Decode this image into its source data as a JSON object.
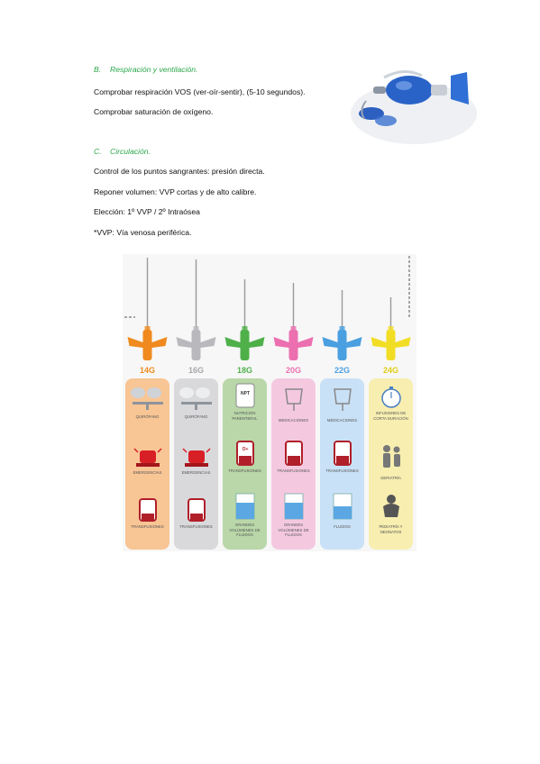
{
  "section_b": {
    "letter": "B.",
    "title": "Respiración y ventilación.",
    "lines": [
      "Comprobar respiración VOS (ver-oír-sentir), (5-10 segundos).",
      "Comprobar saturación de oxígeno."
    ]
  },
  "section_c": {
    "letter": "C.",
    "title": "Circulación.",
    "lines": [
      "Control de los puntos sangrantes: presión directa.",
      "Reponer volumen: VVP cortas y de alto calibre.",
      "Elección: 1º VVP / 2º Intraósea",
      "*VVP: Vía venosa periférica."
    ]
  },
  "figure": {
    "gauges": [
      "14G",
      "16G",
      "18G",
      "20G",
      "22G",
      "24G"
    ],
    "colors": [
      "#f08a1e",
      "#b9b9bd",
      "#4fb04a",
      "#ec6fb0",
      "#4a9fe0",
      "#f2dd25"
    ],
    "backgrounds": [
      "#f8c595",
      "#d9d9dc",
      "#b9d7a8",
      "#f4c9e0",
      "#c9e1f6",
      "#f7eeb0"
    ],
    "col1": [
      "QUIRÓFANO",
      "EMERGENCIAS",
      "TRANSFUSIONES"
    ],
    "col2": [
      "QUIRÓFANO",
      "EMERGENCIAS",
      "TRANSFUSIONES"
    ],
    "col3": [
      "NUTRICIÓN PARENTERAL",
      "TRANSFUSIONES",
      "GRANDES VOLÚMENES DE FLUIDOS"
    ],
    "col4": [
      "MEDICACIONES",
      "TRANSFUSIONES",
      "GRANDES VOLÚMENES DE FLUIDOS"
    ],
    "col5": [
      "MEDICACIONES",
      "TRANSFUSIONES",
      "FLUIDOS"
    ],
    "col6": [
      "INFUSIONES DE CORTA DURACIÓN",
      "GERIATRÍA",
      "PEDIATRÍA Y NEONATOS"
    ],
    "npt_badge": "NPT",
    "blood_label": "O+"
  }
}
